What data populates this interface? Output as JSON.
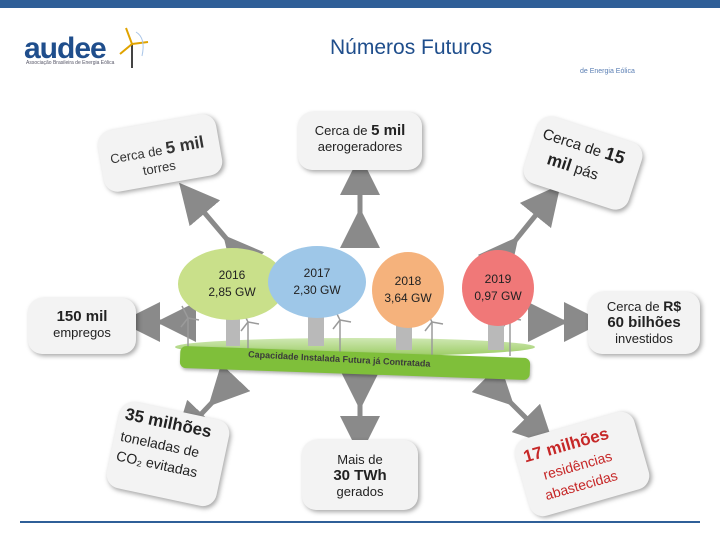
{
  "header": {
    "title": "Números Futuros",
    "subtitle": "de Energia Eólica",
    "logo_text": "audee",
    "logo_tagline": "Associação Brasileira de Energia Eólica"
  },
  "top_left": {
    "prefix": "Cerca de",
    "number": "5 mil",
    "unit": "torres"
  },
  "top_center": {
    "prefix": "Cerca de",
    "number": "5 mil",
    "unit": "aerogeradores"
  },
  "top_right": {
    "prefix": "Cerca de",
    "number": "15",
    "unit": "mil",
    "suffix": "pás"
  },
  "left": {
    "number": "150 mil",
    "unit": "empregos"
  },
  "right": {
    "prefix": "Cerca de",
    "currency": "R$",
    "number": "60 bilhões",
    "unit": "investidos"
  },
  "trees": [
    {
      "year": "2016",
      "value": "2,85 GW",
      "color": "#c9e08a"
    },
    {
      "year": "2017",
      "value": "2,30 GW",
      "color": "#9ec7e8"
    },
    {
      "year": "2018",
      "value": "3,64 GW",
      "color": "#f5b27c"
    },
    {
      "year": "2019",
      "value": "0,97 GW",
      "color": "#f07878"
    }
  ],
  "band_label": "Capacidade Instalada Futura já Contratada",
  "bottom_left": {
    "number": "35 milhões",
    "line2": "toneladas de",
    "line3": "CO₂ evitadas"
  },
  "bottom_center": {
    "prefix": "Mais de",
    "number": "30 TWh",
    "unit": "gerados"
  },
  "bottom_right": {
    "number": "17 milhões",
    "line2": "residências",
    "line3": "abastecidas"
  },
  "colors": {
    "brand": "#1f4e8c",
    "arrow": "#8a8a8a",
    "band": "#7fbf3a"
  }
}
